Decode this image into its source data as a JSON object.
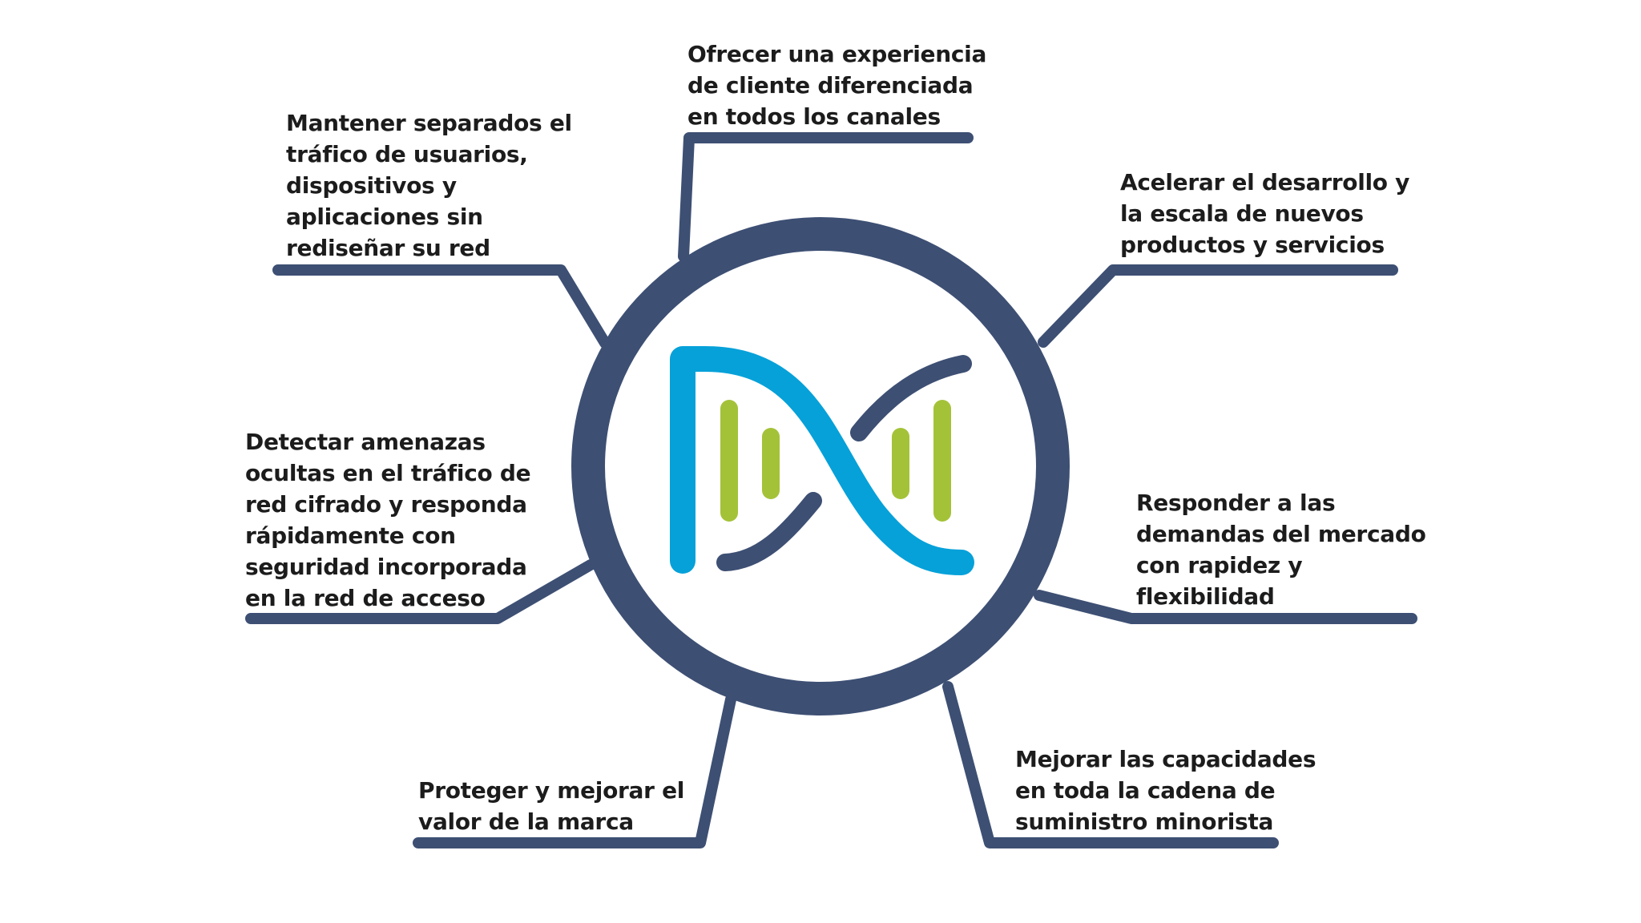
{
  "colors": {
    "navy": "#3d4f73",
    "blue": "#06a1d9",
    "green": "#a4c238",
    "text": "#1c1c1c"
  },
  "icons": {
    "center_logo": "dna-helix-logo-icon"
  },
  "labels": {
    "top": "Ofrecer una experiencia\nde cliente diferenciada\nen todos los canales",
    "top_left": "Mantener separados el\ntráfico de usuarios,\ndispositivos y\naplicaciones sin\nrediseñar  su red",
    "top_right": "Acelerar el desarrollo y\nla escala de nuevos\nproductos y servicios",
    "mid_left": "Detectar amenazas\nocultas en el tráfico de\nred cifrado y responda\nrápidamente con\nseguridad incorporada\nen la red de acceso",
    "mid_right": "Responder a las\ndemandas del mercado\ncon rapidez y\nflexibilidad",
    "bottom_left": "Proteger y mejorar el\nvalor de la marca",
    "bottom_right": "Mejorar las capacidades\nen toda la cadena de\nsuministro minorista"
  }
}
